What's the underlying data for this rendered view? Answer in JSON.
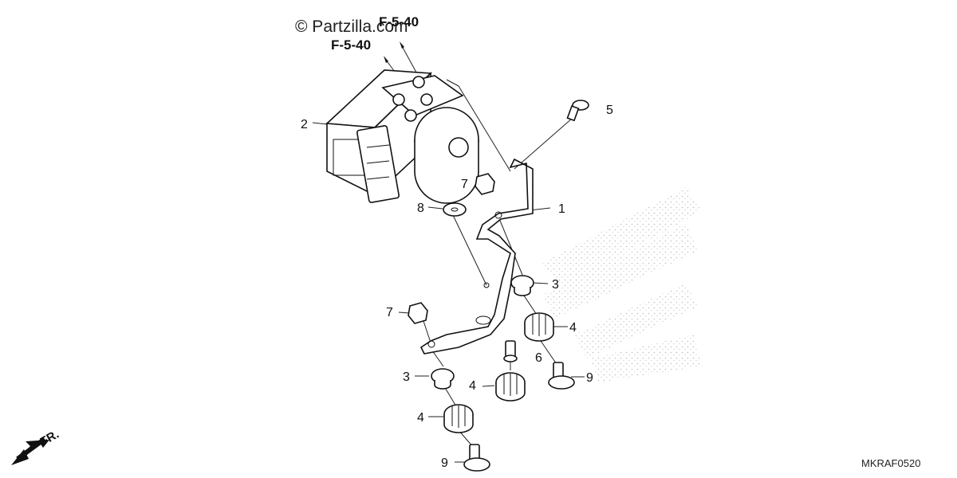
{
  "watermark": "© Partzilla.com",
  "references": [
    "F-5-40",
    "F-5-40"
  ],
  "diagram_code": "MKRAF0520",
  "direction_label": "FR.",
  "callouts": {
    "c1": "1",
    "c2": "2",
    "c3a": "3",
    "c3b": "3",
    "c4a": "4",
    "c4b": "4",
    "c4c": "4",
    "c5": "5",
    "c6": "6",
    "c7a": "7",
    "c7b": "7",
    "c8": "8",
    "c9a": "9",
    "c9b": "9"
  }
}
